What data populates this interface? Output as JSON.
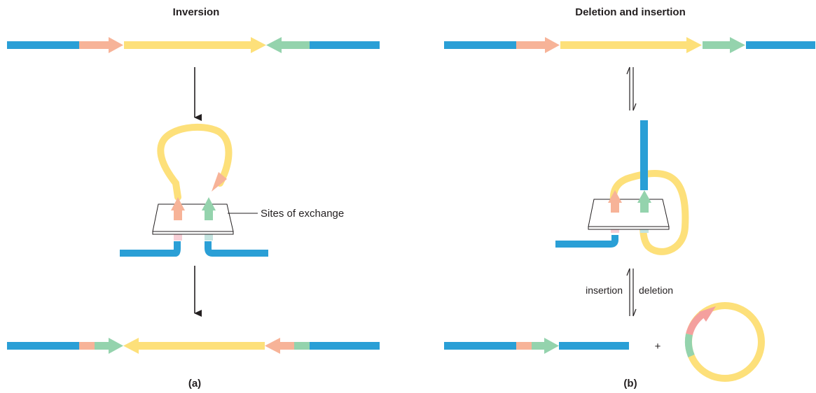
{
  "panels": {
    "a": {
      "title": "Inversion",
      "letter": "(a)",
      "exchange_label": "Sites of exchange"
    },
    "b": {
      "title": "Deletion and insertion",
      "letter": "(b)",
      "insertion_label": "insertion",
      "deletion_label": "deletion",
      "plus_sign": "+"
    }
  },
  "colors": {
    "dna": "#2a9fd6",
    "yellow": "#fde07a",
    "salmon": "#f7b398",
    "green": "#94d3ad",
    "pink": "#f7cfd6",
    "teal": "#c4e4e0",
    "rose": "#f4a09e",
    "arrow": "#231f20"
  }
}
